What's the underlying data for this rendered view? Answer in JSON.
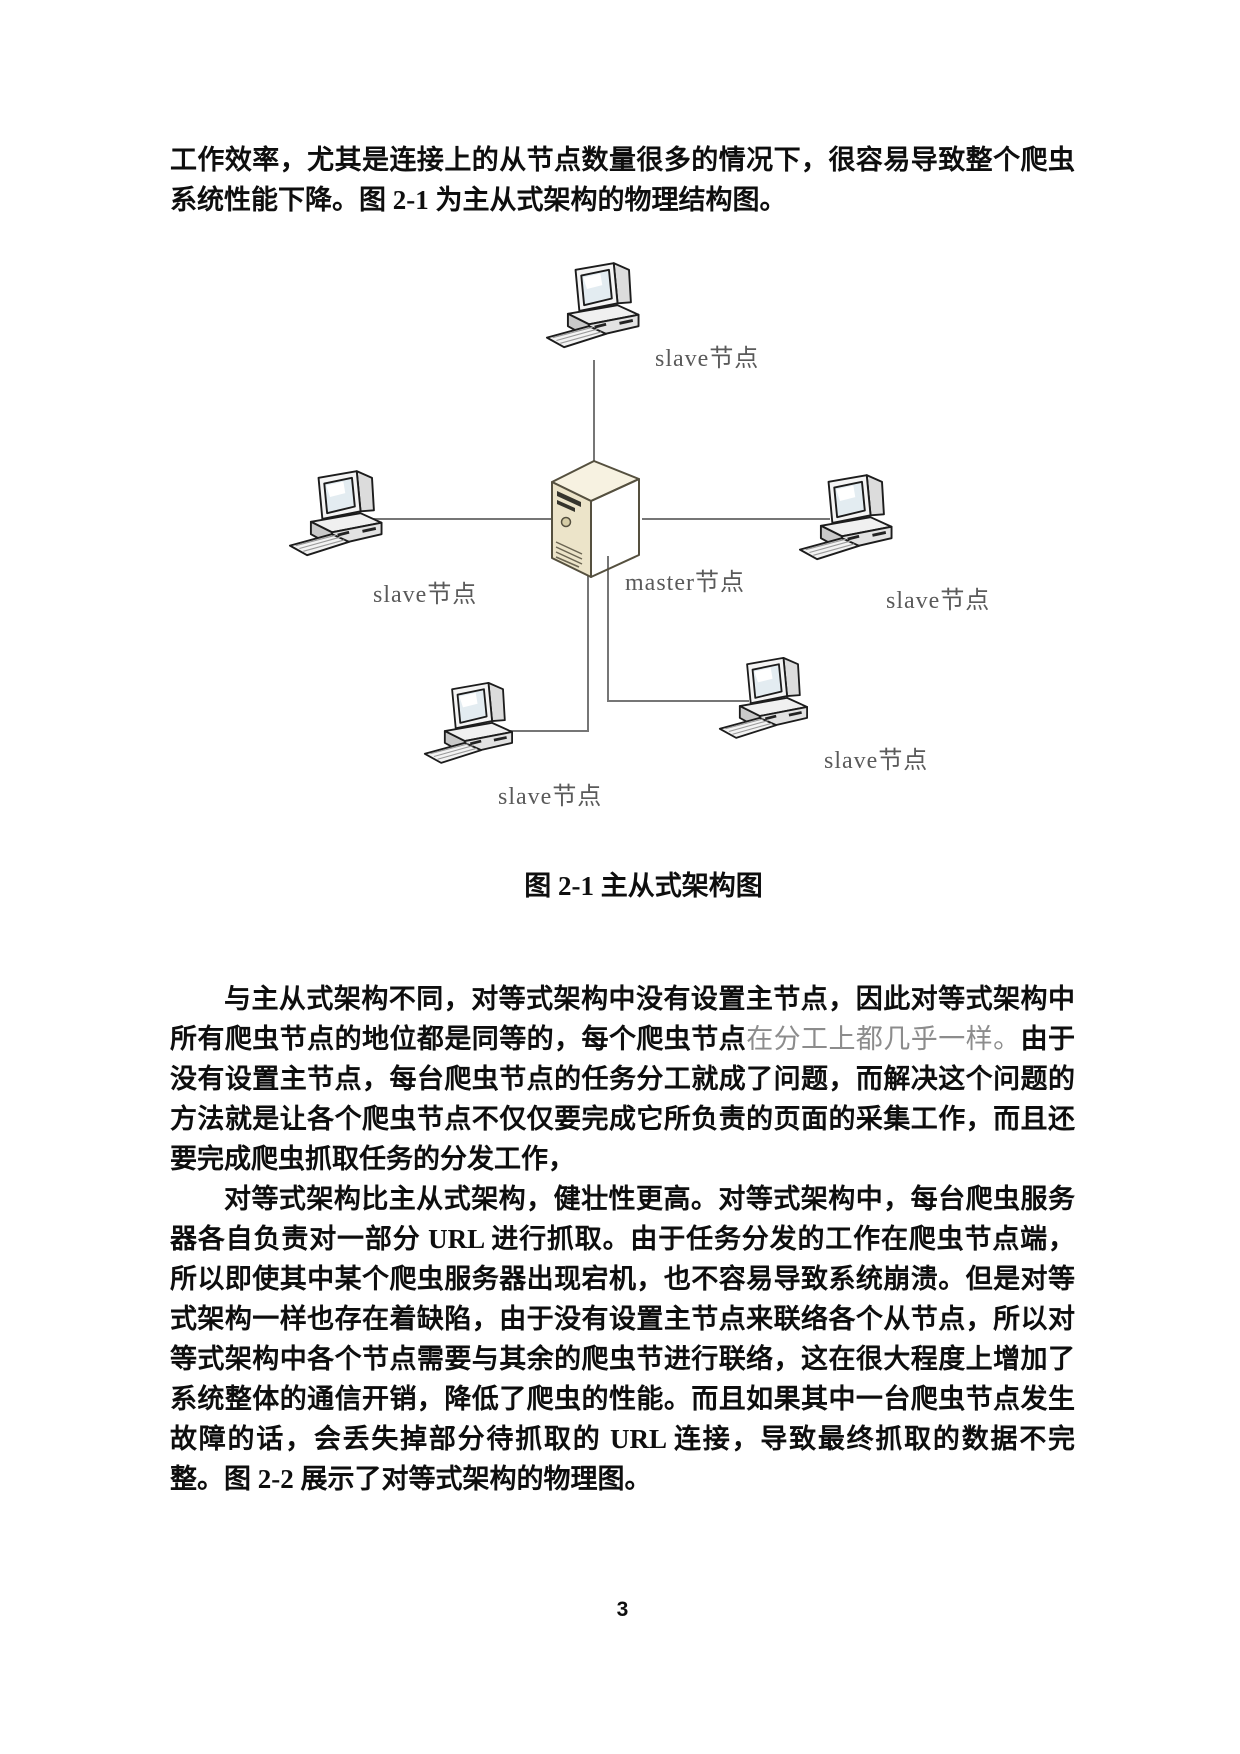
{
  "page": {
    "number": "3"
  },
  "content": {
    "para_top": "工作效率，尤其是连接上的从节点数量很多的情况下，很容易导致整个爬虫系统性能下降。图 2-1 为主从式架构的物理结构图。",
    "para1_part1": "与主从式架构不同，对等式架构中没有设置主节点，因此对等式架构中所有爬虫节点的地位都是同等的，每个爬虫节点",
    "para1_part2_gray": "在分工上都几乎一样。",
    "para1_part3": "由于没有设置主节点，每台爬虫节点的任务分工就成了问题，而解决这个问题的方法就是让各个爬虫节点不仅仅要完成它所负责的页面的采集工作，而且还要完成爬虫抓取任务的分发工作，",
    "para2": "对等式架构比主从式架构，健壮性更高。对等式架构中，每台爬虫服务器各自负责对一部分 URL 进行抓取。由于任务分发的工作在爬虫节点端，所以即使其中某个爬虫服务器出现宕机，也不容易导致系统崩溃。但是对等式架构一样也存在着缺陷，由于没有设置主节点来联络各个从节点，所以对等式架构中各个节点需要与其余的爬虫节进行联络，这在很大程度上增加了系统整体的通信开销，降低了爬虫的性能。而且如果其中一台爬虫节点发生故障的话，会丢失掉部分待抓取的 URL 连接，导致最终抓取的数据不完整。图 2-2 展示了对等式架构的物理图。"
  },
  "figure": {
    "caption": "图 2-1 主从式架构图",
    "nodes": {
      "top": "slave节点",
      "left": "slave节点",
      "right": "slave节点",
      "bottom_left": "slave节点",
      "bottom_right": "slave节点",
      "master": "master节点"
    },
    "colors": {
      "server_front": "#ece4c9",
      "server_side": "#e6dcbb",
      "server_top": "#f7f2e1",
      "connection_line": "#767676",
      "label_gray": "#5a5a5a"
    }
  }
}
